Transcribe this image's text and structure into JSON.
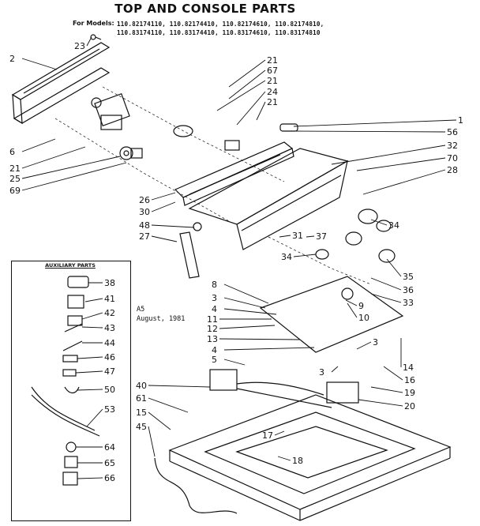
{
  "header": {
    "title": "TOP AND CONSOLE PARTS",
    "models_label": "For Models:",
    "models_line1": "110.82174110, 110.82174410, 110.82174610, 110.82174810,",
    "models_line2": "110.83174110, 110.83174410, 110.83174610, 110.83174810"
  },
  "note": {
    "line1": "A5",
    "line2": "August, 1981"
  },
  "auxiliary": {
    "title": "AUXILIARY PARTS"
  },
  "callouts": [
    "23",
    "2",
    "6",
    "21",
    "25",
    "69",
    "21",
    "67",
    "21",
    "24",
    "21",
    "1",
    "56",
    "32",
    "70",
    "28",
    "26",
    "30",
    "48",
    "27",
    "34",
    "31",
    "37",
    "34",
    "35",
    "36",
    "33",
    "8",
    "3",
    "4",
    "11",
    "12",
    "13",
    "4",
    "5",
    "9",
    "10",
    "3",
    "3",
    "14",
    "16",
    "19",
    "20",
    "40",
    "61",
    "15",
    "45",
    "17",
    "18",
    "38",
    "41",
    "42",
    "43",
    "44",
    "46",
    "47",
    "50",
    "53",
    "64",
    "65",
    "66"
  ]
}
